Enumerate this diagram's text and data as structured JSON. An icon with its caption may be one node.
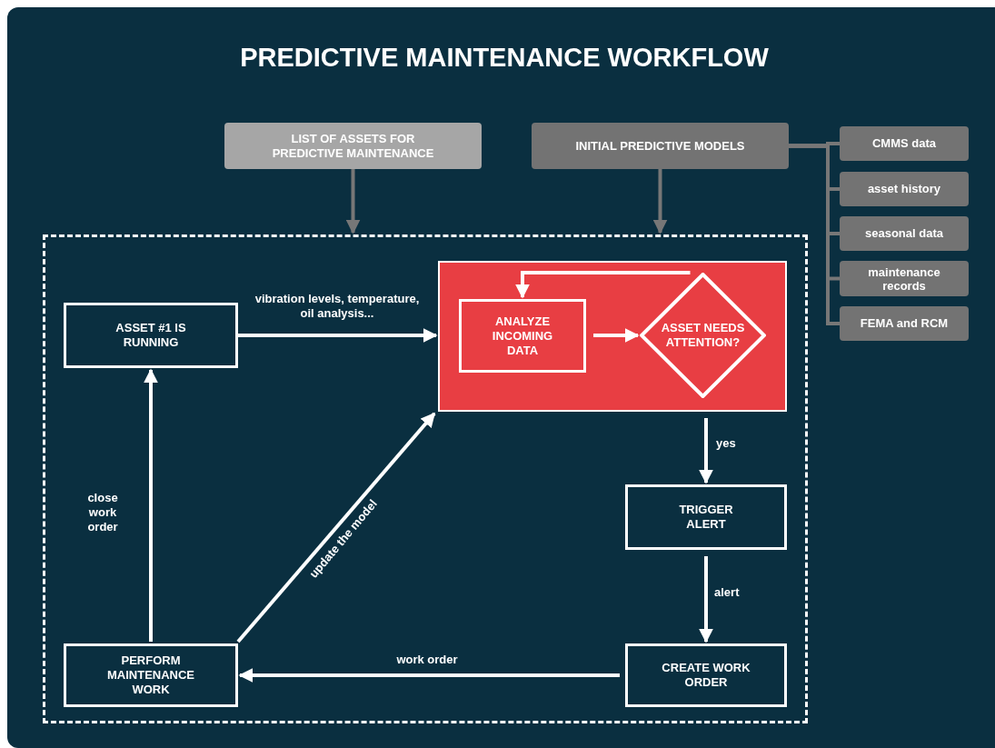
{
  "diagram": {
    "title": "PREDICTIVE MAINTENANCE WORKFLOW",
    "nodes": [
      {
        "text": [
          "LIST OF ASSETS FOR PREDICTIVE MAINTENANCE"
        ]
      },
      {
        "text": [
          "INITIAL PREDICTIVE MODELS"
        ]
      },
      {
        "text": [
          "CMMS data"
        ]
      },
      {
        "text": [
          "asset history"
        ]
      },
      {
        "text": [
          "seasonal data"
        ]
      },
      {
        "text": [
          "maintenance records"
        ]
      },
      {
        "text": [
          "FEMA and RCM"
        ]
      },
      {
        "text": [],
        "shape": "box"
      },
      {
        "text": [
          "ASSET #1 IS RUNNING"
        ],
        "in": 7
      },
      {
        "text": [],
        "shape": "box",
        "in": 7
      },
      {
        "text": [
          "ANALYZE INCOMING DATA"
        ],
        "in": 9
      },
      {
        "text": [
          "ASSET NEEDS ATTENTION?"
        ],
        "in": 9
      },
      {
        "text": [
          "TRIGGER ALERT"
        ],
        "in": 7
      },
      {
        "text": [
          "CREATE WORK ORDER"
        ],
        "in": 7
      },
      {
        "text": [
          "PERFORM MAINTENANCE WORK"
        ],
        "in": 7
      }
    ],
    "edges": [
      {
        "from": 0,
        "to": 7,
        "arrow": "to",
        "color": "#777777"
      },
      {
        "from": 1,
        "to": 7,
        "arrow": "to",
        "color": "#777777"
      },
      {
        "from": 1,
        "to": 2,
        "arrow": "none",
        "color": "#777777"
      },
      {
        "from": 1,
        "to": 3,
        "arrow": "none",
        "color": "#777777"
      },
      {
        "from": 1,
        "to": 4,
        "arrow": "none",
        "color": "#777777"
      },
      {
        "from": 1,
        "to": 5,
        "arrow": "none",
        "color": "#777777"
      },
      {
        "from": 1,
        "to": 6,
        "arrow": "none",
        "color": "#777777"
      },
      {
        "from": 8,
        "to": 9,
        "arrow": "to",
        "label": "vibration levels, temperature, oil analysis..."
      },
      {
        "from": 10,
        "to": 11,
        "arrow": "to"
      },
      {
        "from": 11,
        "to": 10,
        "arrow": "to"
      },
      {
        "from": 9,
        "to": 12,
        "arrow": "to",
        "label": "yes"
      },
      {
        "from": 12,
        "to": 13,
        "arrow": "to",
        "label": "alert"
      },
      {
        "from": 13,
        "to": 14,
        "arrow": "to",
        "label": "work order"
      },
      {
        "from": 14,
        "to": 8,
        "arrow": "to",
        "label": "close work order"
      },
      {
        "from": 14,
        "to": 9,
        "arrow": "to",
        "label": "update the model"
      }
    ]
  }
}
